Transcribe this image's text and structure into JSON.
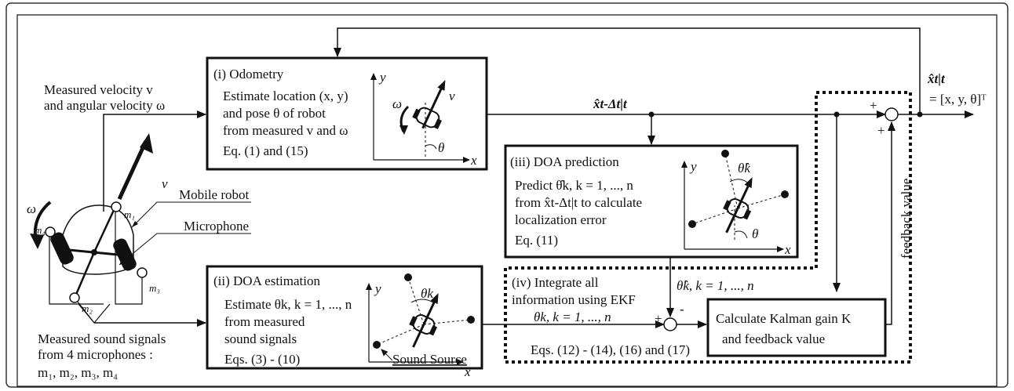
{
  "input": {
    "velocity_line1": "Measured velocity v",
    "velocity_line2": "and angular velocity ω",
    "sound_line1": "Measured sound signals",
    "sound_line2": "from 4 microphones :",
    "sound_line3": "m₁, m₂, m₃, m₄"
  },
  "robot": {
    "mobile_robot_label": "Mobile robot",
    "microphone_label": "Microphone",
    "v_label": "v",
    "omega_label": "ω",
    "m1": "m₁",
    "m2": "m₂",
    "m3": "m₃",
    "m4": "m₄"
  },
  "odometry": {
    "title": "(i) Odometry",
    "line1": "Estimate location (x, y)",
    "line2": "and pose θ of robot",
    "line3": "from measured v and ω",
    "line4": "Eq. (1) and (15)",
    "axis_x": "x",
    "axis_y": "y",
    "omega": "ω",
    "v": "v",
    "theta": "θ"
  },
  "doa_estimation": {
    "title": "(ii) DOA estimation",
    "line1": "Estimate θk, k = 1, ..., n",
    "line2": "from measured",
    "line3": "sound signals",
    "line4": "Eqs. (3) - (10)",
    "axis_x": "x",
    "axis_y": "y",
    "theta_k": "θk",
    "sound_source": "Sound Source"
  },
  "doa_prediction": {
    "title": "(iii) DOA prediction",
    "line1": "Predict θ̂k, k = 1, ..., n",
    "line2": "from x̂t-Δt|t to calculate",
    "line3": "localization error",
    "line4": "Eq. (11)",
    "axis_x": "x",
    "axis_y": "y",
    "theta_hat_k": "θ̂k",
    "theta": "θ"
  },
  "integrate": {
    "line1": "(iv) Integrate all",
    "line2": "information using EKF",
    "eqs": "Eqs. (12) - (14), (16) and (17)"
  },
  "kalman": {
    "line1": "Calculate Kalman gain K",
    "line2": "and feedback value"
  },
  "signals": {
    "x_pred": "x̂t-Δt|t",
    "theta_k_in": "θk, k = 1, ..., n",
    "theta_hat_in": "θ̂k, k = 1, ..., n",
    "feedback": "feedback value",
    "output_top": "x̂t|t",
    "output_eq": "= [x, y, θ]ᵀ",
    "plus1": "+",
    "plus2": "+",
    "plus3": "+",
    "minus": "-"
  }
}
